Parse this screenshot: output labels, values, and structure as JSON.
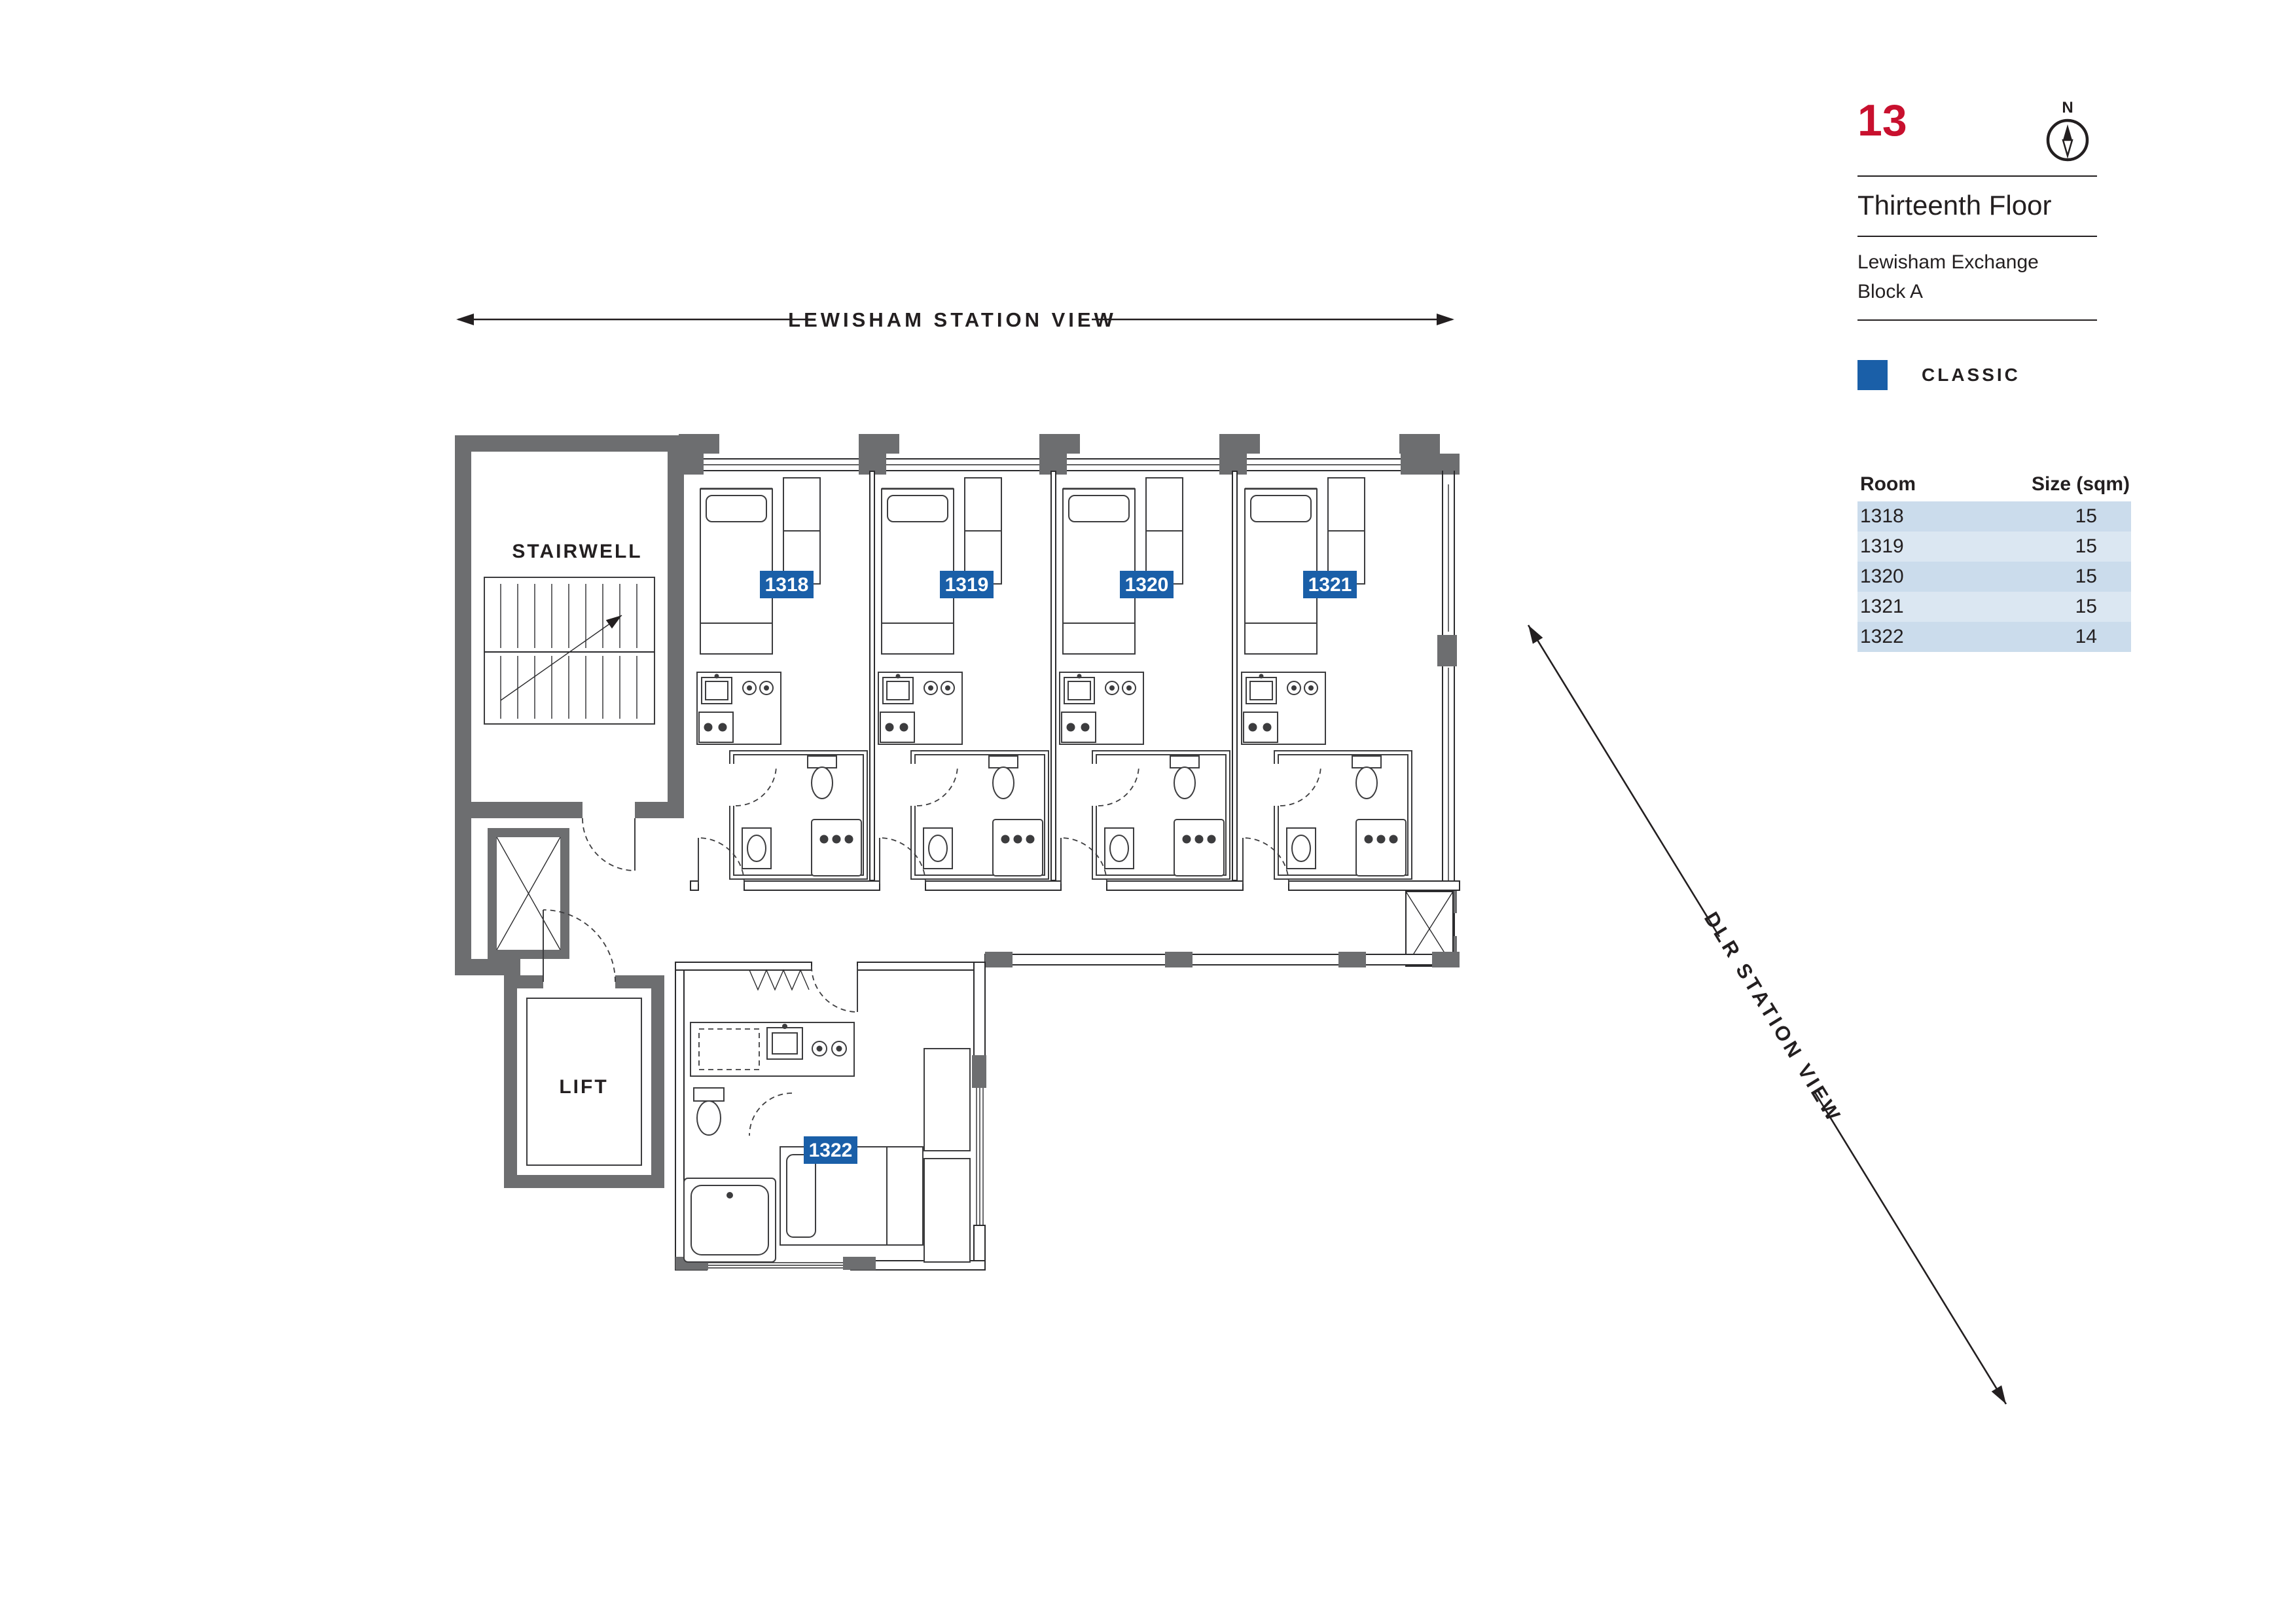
{
  "title_block": {
    "floor_number": "13",
    "floor_name": "Thirteenth Floor",
    "building_name": "Lewisham Exchange",
    "block_name": "Block A",
    "compass_north_label": "N"
  },
  "legend": {
    "classic_label": "CLASSIC",
    "classic_color": "#1a5fa8"
  },
  "view_labels": {
    "top": "LEWISHAM STATION VIEW",
    "diagonal": "DLR STATION VIEW"
  },
  "plan": {
    "stairwell_label": "STAIRWELL",
    "lift_label": "LIFT",
    "rooms": [
      {
        "id": "1318",
        "size_sqm": "15"
      },
      {
        "id": "1319",
        "size_sqm": "15"
      },
      {
        "id": "1320",
        "size_sqm": "15"
      },
      {
        "id": "1321",
        "size_sqm": "15"
      },
      {
        "id": "1322",
        "size_sqm": "14"
      }
    ]
  },
  "room_table": {
    "headers": [
      "Room",
      "Size (sqm)"
    ],
    "rows": [
      [
        "1318",
        "15"
      ],
      [
        "1319",
        "15"
      ],
      [
        "1320",
        "15"
      ],
      [
        "1321",
        "15"
      ],
      [
        "1322",
        "14"
      ]
    ]
  },
  "colors": {
    "accent_red": "#c8102e",
    "room_badge_blue": "#1a5fa8",
    "table_row_blue_dark": "#cbdcec",
    "table_row_blue_light": "#dbe7f2",
    "wall_grey": "#6d6e70",
    "line_dark": "#231f20"
  }
}
